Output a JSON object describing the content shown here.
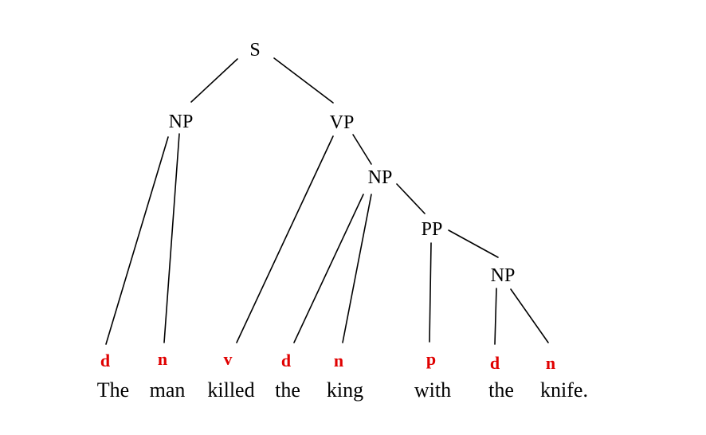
{
  "colors": {
    "text": "#000000",
    "pos_tag": "#e00000",
    "edge": "#000000",
    "background": "#ffffff"
  },
  "nodes": [
    {
      "id": "s",
      "label": "S"
    },
    {
      "id": "np-subj",
      "label": "NP"
    },
    {
      "id": "vp",
      "label": "VP"
    },
    {
      "id": "np-obj",
      "label": "NP"
    },
    {
      "id": "pp",
      "label": "PP"
    },
    {
      "id": "np-pp",
      "label": "NP"
    }
  ],
  "leaves": [
    {
      "pos": "d",
      "word": "The"
    },
    {
      "pos": "n",
      "word": "man"
    },
    {
      "pos": "v",
      "word": "killed"
    },
    {
      "pos": "d",
      "word": "the"
    },
    {
      "pos": "n",
      "word": "king"
    },
    {
      "pos": "p",
      "word": "with"
    },
    {
      "pos": "d",
      "word": "the"
    },
    {
      "pos": "n",
      "word": "knife."
    }
  ],
  "edges": [
    [
      "s",
      "np-subj"
    ],
    [
      "s",
      "vp"
    ],
    [
      "np-subj",
      "leaf-0"
    ],
    [
      "np-subj",
      "leaf-1"
    ],
    [
      "vp",
      "leaf-2"
    ],
    [
      "vp",
      "np-obj"
    ],
    [
      "np-obj",
      "leaf-3"
    ],
    [
      "np-obj",
      "leaf-4"
    ],
    [
      "np-obj",
      "pp"
    ],
    [
      "pp",
      "leaf-5"
    ],
    [
      "pp",
      "np-pp"
    ],
    [
      "np-pp",
      "leaf-6"
    ],
    [
      "np-pp",
      "leaf-7"
    ]
  ]
}
